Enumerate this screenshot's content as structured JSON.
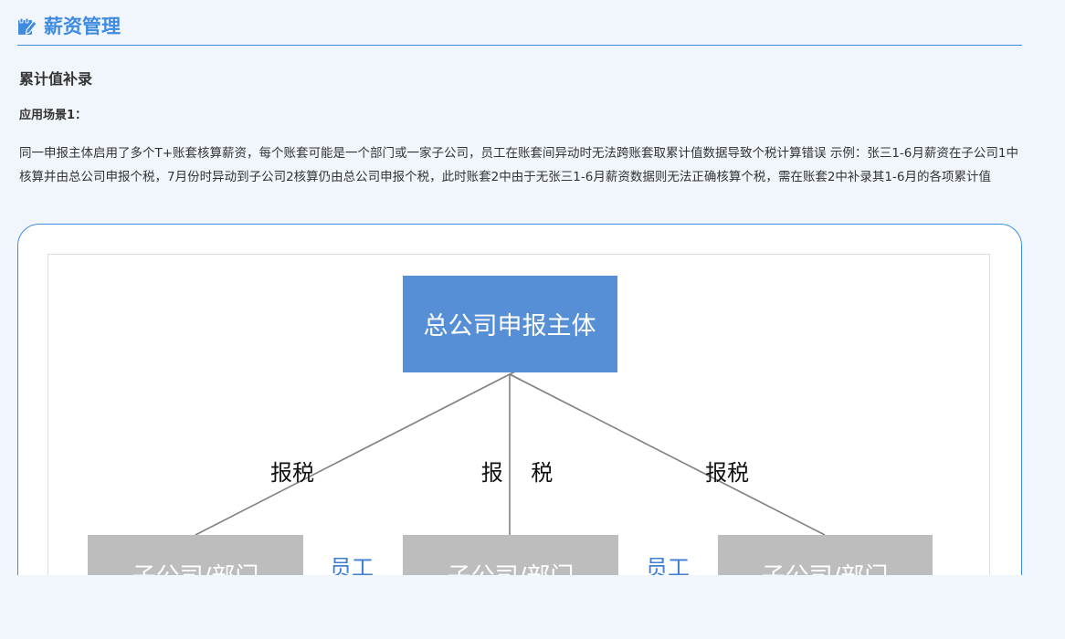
{
  "header": {
    "title": "薪资管理",
    "icon": "edit-note-icon",
    "accent_color": "#3f8be0"
  },
  "section": {
    "title": "累计值补录",
    "scenario_title": "应用场景1：",
    "description": "同一申报主体启用了多个T+账套核算薪资，每个账套可能是一个部门或一家子公司，员工在账套间异动时无法跨账套取累计值数据导致个税计算错误 示例：张三1-6月薪资在子公司1中核算并由总公司申报个税，7月份时异动到子公司2核算仍由总公司申报个税，此时账套2中由于无张三1-6月薪资数据则无法正确核算个税，需在账套2中补录其1-6月的各项累计值"
  },
  "diagram": {
    "top_node": "总公司申报主体",
    "edge_labels": [
      "报税",
      "报    税",
      "报税"
    ],
    "child_nodes": [
      "子公司/部门",
      "子公司/部门",
      "子公司/部门"
    ],
    "between_labels": [
      "员工",
      "员工"
    ],
    "colors": {
      "top_node": "#578fd6",
      "child_node": "#bdbdbd",
      "edge": "#808080",
      "between_label": "#3f7fd2"
    }
  }
}
